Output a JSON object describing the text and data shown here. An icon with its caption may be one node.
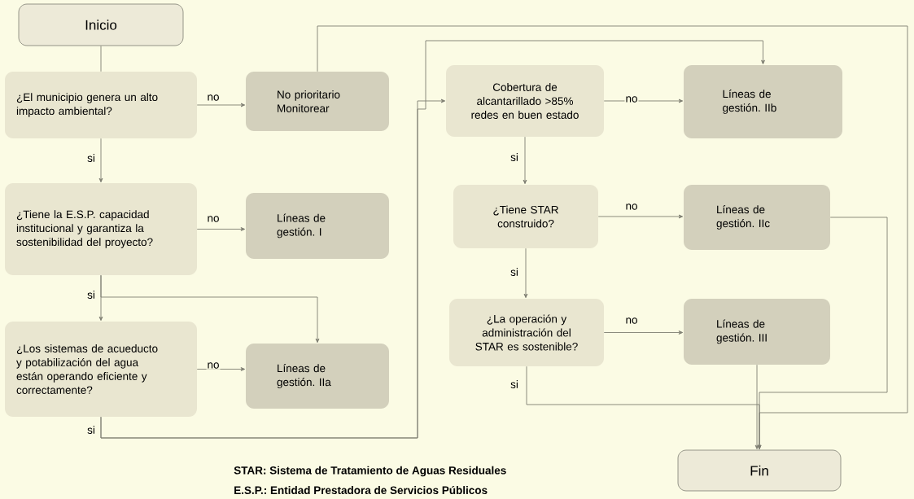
{
  "diagram": {
    "nodes": [
      {
        "text": [
          "Inicio"
        ]
      },
      {
        "text": [
          "¿El municipio genera un alto impacto ambiental?"
        ]
      },
      {
        "text": [
          "No prioritario Monitorear"
        ]
      },
      {
        "text": [
          "¿Tiene la E.S.P. capacidad institucional y garantiza la sostenibilidad del proyecto?"
        ]
      },
      {
        "text": [
          "Líneas de gestión. I"
        ]
      },
      {
        "text": [
          "¿Los sistemas de acueducto y potabilización del agua están operando eficiente y correctamente?"
        ]
      },
      {
        "text": [
          "Líneas de gestión. IIa"
        ]
      },
      {
        "text": [
          "Cobertura de alcantarillado >85% redes en buen estado"
        ]
      },
      {
        "text": [
          "Líneas de gestión. IIb"
        ]
      },
      {
        "text": [
          "¿Tiene STAR construido?"
        ]
      },
      {
        "text": [
          "Líneas de gestión. IIc"
        ]
      },
      {
        "text": [
          "¿La operación y administración del STAR es sostenible?"
        ]
      },
      {
        "text": [
          "Líneas de gestión. III"
        ]
      },
      {
        "text": [
          "Fin"
        ]
      }
    ],
    "edges": [
      {
        "from": 0,
        "to": 1,
        "arrow": "none"
      },
      {
        "from": 1,
        "to": 2,
        "arrow": "to",
        "label": "no"
      },
      {
        "from": 1,
        "to": 3,
        "arrow": "to",
        "label": "si"
      },
      {
        "from": 3,
        "to": 4,
        "arrow": "to",
        "label": "no"
      },
      {
        "from": 3,
        "to": 5,
        "arrow": "to",
        "label": "si"
      },
      {
        "from": 3,
        "to": 6,
        "arrow": "to"
      },
      {
        "from": 5,
        "to": 6,
        "arrow": "to",
        "label": "no"
      },
      {
        "from": 5,
        "to": 7,
        "arrow": "to",
        "label": "si"
      },
      {
        "from": 5,
        "to": 8,
        "arrow": "to"
      },
      {
        "from": 7,
        "to": 8,
        "arrow": "to",
        "label": "no"
      },
      {
        "from": 7,
        "to": 9,
        "arrow": "to",
        "label": "si"
      },
      {
        "from": 9,
        "to": 10,
        "arrow": "to",
        "label": "no"
      },
      {
        "from": 9,
        "to": 11,
        "arrow": "to",
        "label": "si"
      },
      {
        "from": 11,
        "to": 12,
        "arrow": "to",
        "label": "no"
      },
      {
        "from": 11,
        "to": 13,
        "arrow": "to",
        "label": "si"
      },
      {
        "from": 12,
        "to": 13,
        "arrow": "to"
      },
      {
        "from": 10,
        "to": 13,
        "arrow": "to"
      },
      {
        "from": 2,
        "to": 13,
        "arrow": "to"
      }
    ],
    "labels": [
      "STAR: Sistema de Tratamiento de Aguas Residuales",
      "E.S.P.: Entidad Prestadora de Servicios Públicos"
    ]
  }
}
